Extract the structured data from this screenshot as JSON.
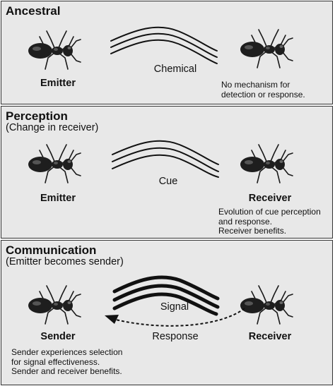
{
  "panels": [
    {
      "title": "Ancestral",
      "subtitle": "",
      "left_label": "Emitter",
      "center_label": "Chemical",
      "right_label": "",
      "note": "No mechanism for\ndetection or response."
    },
    {
      "title": "Perception",
      "subtitle": "(Change in receiver)",
      "left_label": "Emitter",
      "center_label": "Cue",
      "right_label": "Receiver",
      "note": "Evolution of cue perception\nand response.\nReceiver benefits."
    },
    {
      "title": "Communication",
      "subtitle": "(Emitter becomes sender)",
      "left_label": "Sender",
      "center_label": "Signal",
      "response_label": "Response",
      "right_label": "Receiver",
      "note": "Sender experiences selection\nfor signal effectiveness.\nSender and receiver benefits."
    }
  ],
  "colors": {
    "panel_bg": "#e8e8e8",
    "border": "#333333",
    "ink": "#111111"
  },
  "icons": [
    "ant-icon",
    "scent-waves-icon",
    "dashed-arrow-icon"
  ]
}
